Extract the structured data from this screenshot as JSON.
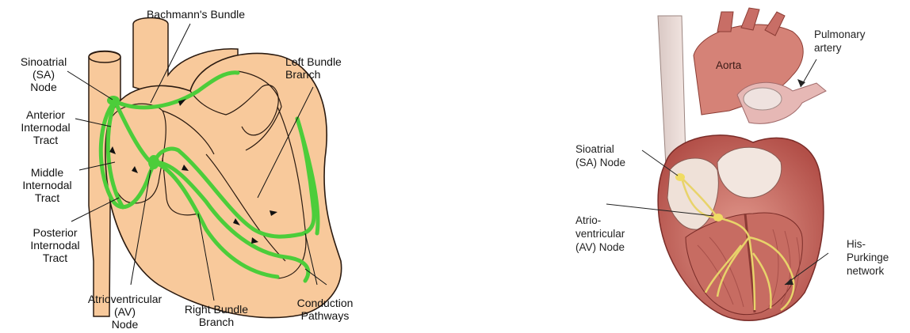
{
  "left_diagram": {
    "labels": {
      "bachmann": "Bachmann's Bundle",
      "sa_node": "Sinoatrial\n(SA)\nNode",
      "anterior": "Anterior\nInternodal\nTract",
      "middle": "Middle\nInternodal\nTract",
      "posterior": "Posterior\nInternodal\nTract",
      "av_node": "Atrioventricular\n(AV)\nNode",
      "right_bundle": "Right Bundle\nBranch",
      "left_bundle": "Left Bundle\nBranch",
      "conduction": "Conduction\nPathways"
    },
    "colors": {
      "tissue": "#f8c99b",
      "outline": "#2a1a10",
      "pathway": "#4ccd3a"
    }
  },
  "right_diagram": {
    "labels": {
      "aorta": "Aorta",
      "pulmonary": "Pulmonary\nartery",
      "sa_node": "Sioatrial\n(SA) Node",
      "av_node": "Atrio-\nventricular\n(AV) Node",
      "his_purkinje": "His-\nPurkinge\nnetwork"
    },
    "colors": {
      "muscle": "#c9675f",
      "vessel": "#e9d3cf",
      "conduction": "#e8d36a"
    }
  }
}
